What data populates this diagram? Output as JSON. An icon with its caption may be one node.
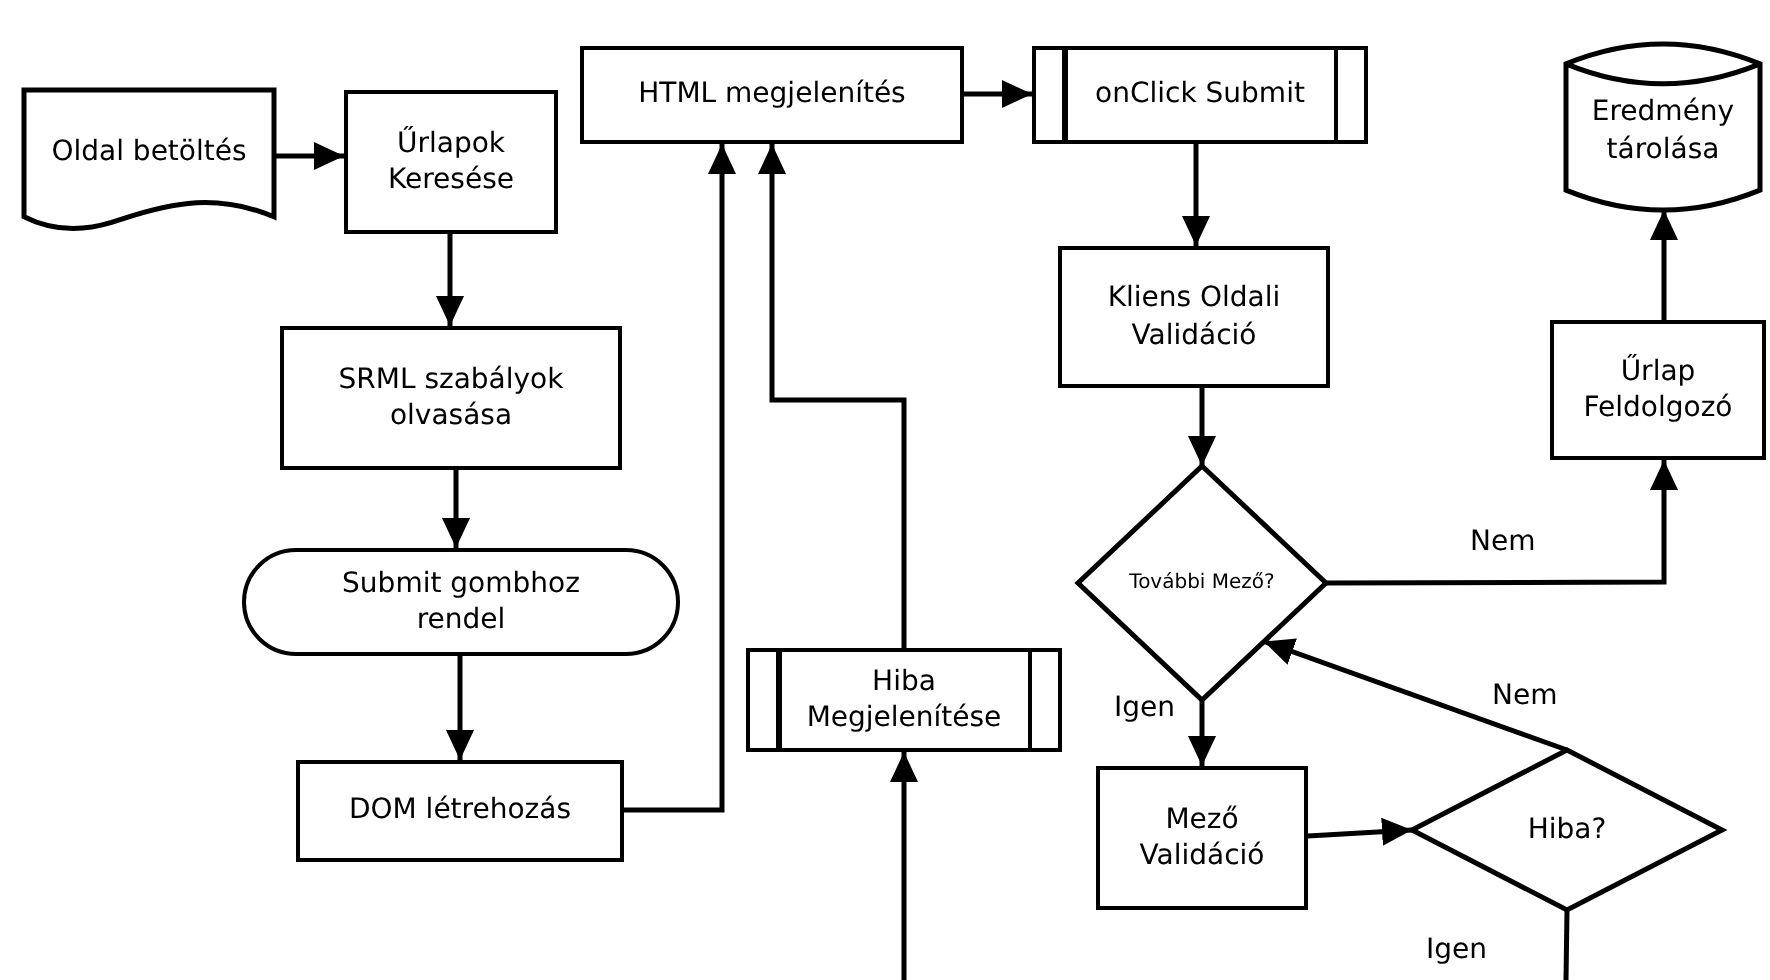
{
  "diagram": {
    "nodes": [
      {
        "text": [
          "Oldal betöltés"
        ]
      },
      {
        "text": [
          "Űrlapok Keresése"
        ]
      },
      {
        "text": [
          "SRML szabályok olvasása"
        ]
      },
      {
        "text": [
          "Submit gombhoz rendel"
        ]
      },
      {
        "text": [
          "DOM létrehozás"
        ]
      },
      {
        "text": [
          "HTML megjelenítés"
        ]
      },
      {
        "text": [
          "onClick Submit"
        ]
      },
      {
        "text": [
          "Hiba Megjelenítése"
        ]
      },
      {
        "text": [
          "Kliens Oldali Validáció"
        ]
      },
      {
        "text": [
          "További Mező?"
        ]
      },
      {
        "text": [
          "Mező Validáció"
        ]
      },
      {
        "text": [
          "Hiba?"
        ]
      },
      {
        "text": [
          "Űrlap Feldolgozó"
        ]
      },
      {
        "text": [
          "Eredmény tárolása"
        ]
      }
    ],
    "edges": [
      {
        "from": 0,
        "to": 1,
        "arrow": "to"
      },
      {
        "from": 1,
        "to": 2,
        "arrow": "to"
      },
      {
        "from": 2,
        "to": 3,
        "arrow": "to"
      },
      {
        "from": 3,
        "to": 4,
        "arrow": "to"
      },
      {
        "from": 4,
        "to": 5,
        "arrow": "to"
      },
      {
        "from": 7,
        "to": 5,
        "arrow": "to"
      },
      {
        "from": 5,
        "to": 6,
        "arrow": "to"
      },
      {
        "from": 6,
        "to": 8,
        "arrow": "to"
      },
      {
        "from": 8,
        "to": 9,
        "arrow": "to"
      },
      {
        "from": 9,
        "to": 10,
        "arrow": "to",
        "label": "Igen"
      },
      {
        "from": 9,
        "to": 12,
        "arrow": "to",
        "label": "Nem"
      },
      {
        "from": 10,
        "to": 11,
        "arrow": "to"
      },
      {
        "from": 11,
        "to": 9,
        "arrow": "to",
        "label": "Nem"
      },
      {
        "from": 12,
        "to": 13,
        "arrow": "to"
      },
      {
        "from": null,
        "to": 7,
        "arrow": "to"
      },
      {
        "from": 11,
        "to": null,
        "arrow": "none",
        "label": "Igen"
      }
    ]
  }
}
